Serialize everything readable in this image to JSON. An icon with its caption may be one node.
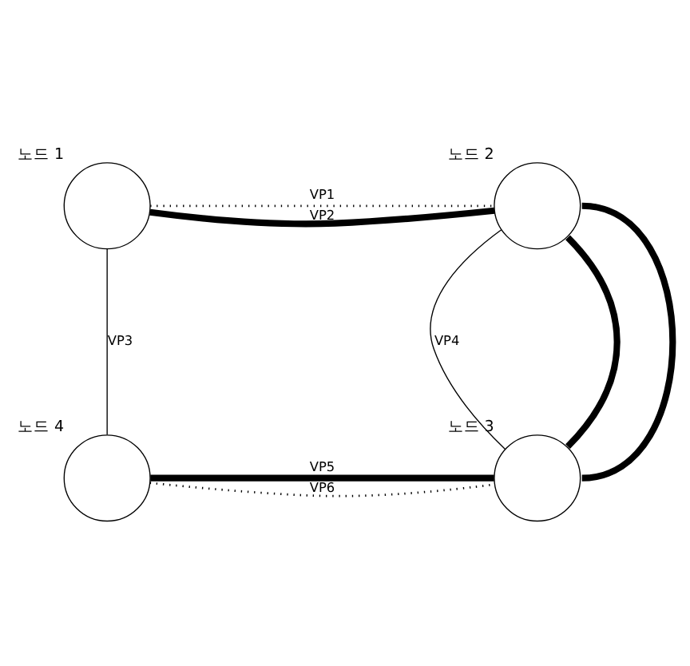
{
  "diagram": {
    "nodes": [
      {
        "text": [],
        "shape": "circle",
        "beside": [
          "노드 1"
        ]
      },
      {
        "text": [],
        "shape": "circle",
        "beside": [
          "노드 2"
        ]
      },
      {
        "text": [],
        "shape": "circle",
        "beside": [
          "노드 3"
        ]
      },
      {
        "text": [],
        "shape": "circle",
        "beside": [
          "노드 4"
        ]
      }
    ],
    "edges": [
      {
        "from": 0,
        "to": 1,
        "arrow": "none",
        "label": "VP1",
        "style": "dashed"
      },
      {
        "from": 0,
        "to": 1,
        "arrow": "none",
        "label": "VP2",
        "style": "thick"
      },
      {
        "from": 0,
        "to": 3,
        "arrow": "none",
        "label": "VP3"
      },
      {
        "from": 1,
        "to": 2,
        "arrow": "none",
        "label": "VP4"
      },
      {
        "from": 1,
        "to": 2,
        "arrow": "none",
        "style": "thick"
      },
      {
        "from": 1,
        "to": 2,
        "arrow": "none",
        "style": "thick"
      },
      {
        "from": 3,
        "to": 2,
        "arrow": "none",
        "label": "VP5",
        "style": "thick"
      },
      {
        "from": 3,
        "to": 2,
        "arrow": "none",
        "label": "VP6",
        "style": "dashed"
      }
    ]
  }
}
